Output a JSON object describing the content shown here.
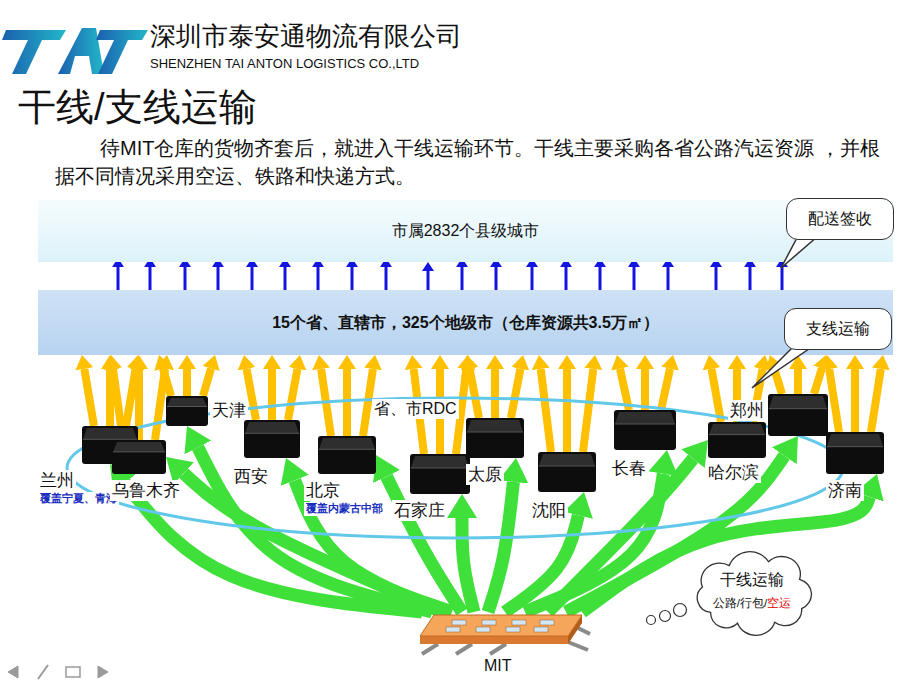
{
  "diagram": {
    "title": "干线/支线运输",
    "nodes": [
      {
        "text": [
          "市属2832个县级城市"
        ]
      },
      {
        "text": [
          "配送签收"
        ]
      },
      {
        "text": [
          "15个省、直辖市，325个地级市（仓库资源共3.5万㎡）"
        ]
      },
      {
        "text": [
          "支线运输"
        ]
      },
      {
        "text": [
          "省、市RDC"
        ]
      },
      {
        "text": [
          "兰州",
          "覆盖宁夏、青海"
        ]
      },
      {
        "text": [
          "天津"
        ]
      },
      {
        "text": [
          "乌鲁木齐"
        ]
      },
      {
        "text": [
          "西安"
        ]
      },
      {
        "text": [
          "北京",
          "覆盖内蒙古中部"
        ]
      },
      {
        "text": [
          "石家庄"
        ]
      },
      {
        "text": [
          "太原"
        ]
      },
      {
        "text": [
          "沈阳"
        ]
      },
      {
        "text": [
          "长春"
        ]
      },
      {
        "text": [
          "哈尔滨"
        ]
      },
      {
        "text": [
          "郑州"
        ]
      },
      {
        "text": [
          "济南"
        ]
      },
      {
        "text": [
          "干线运输",
          "公路/行包/",
          "空运"
        ]
      },
      {
        "text": [
          "MIT"
        ]
      }
    ],
    "edges": [
      {
        "from": 18,
        "to": 5,
        "arrow": "to"
      },
      {
        "from": 18,
        "to": 6,
        "arrow": "to"
      },
      {
        "from": 18,
        "to": 7,
        "arrow": "to"
      },
      {
        "from": 18,
        "to": 8,
        "arrow": "to"
      },
      {
        "from": 18,
        "to": 9,
        "arrow": "to"
      },
      {
        "from": 18,
        "to": 10,
        "arrow": "to"
      },
      {
        "from": 18,
        "to": 11,
        "arrow": "to"
      },
      {
        "from": 18,
        "to": 12,
        "arrow": "to"
      },
      {
        "from": 18,
        "to": 13,
        "arrow": "to"
      },
      {
        "from": 18,
        "to": 14,
        "arrow": "to"
      },
      {
        "from": 18,
        "to": 15,
        "arrow": "to"
      },
      {
        "from": 18,
        "to": 16,
        "arrow": "to"
      },
      {
        "from": 5,
        "to": 2,
        "arrow": "to"
      },
      {
        "from": 6,
        "to": 2,
        "arrow": "to"
      },
      {
        "from": 7,
        "to": 2,
        "arrow": "to"
      },
      {
        "from": 8,
        "to": 2,
        "arrow": "to"
      },
      {
        "from": 9,
        "to": 2,
        "arrow": "to"
      },
      {
        "from": 10,
        "to": 2,
        "arrow": "to"
      },
      {
        "from": 11,
        "to": 2,
        "arrow": "to"
      },
      {
        "from": 12,
        "to": 2,
        "arrow": "to"
      },
      {
        "from": 13,
        "to": 2,
        "arrow": "to"
      },
      {
        "from": 14,
        "to": 2,
        "arrow": "to"
      },
      {
        "from": 15,
        "to": 2,
        "arrow": "to"
      },
      {
        "from": 16,
        "to": 2,
        "arrow": "to"
      },
      {
        "from": 2,
        "to": 0,
        "arrow": "to"
      }
    ],
    "labels": [
      "深圳市泰安通物流有限公司",
      "SHENZHEN TAI ANTON LOGISTICS CO.,LTD",
      "待MIT仓库的货物齐套后，就进入干线运输环节。干线主要采购各省公路汽运资源 ，并根据不同情况采用空运、铁路和快递方式。"
    ]
  }
}
